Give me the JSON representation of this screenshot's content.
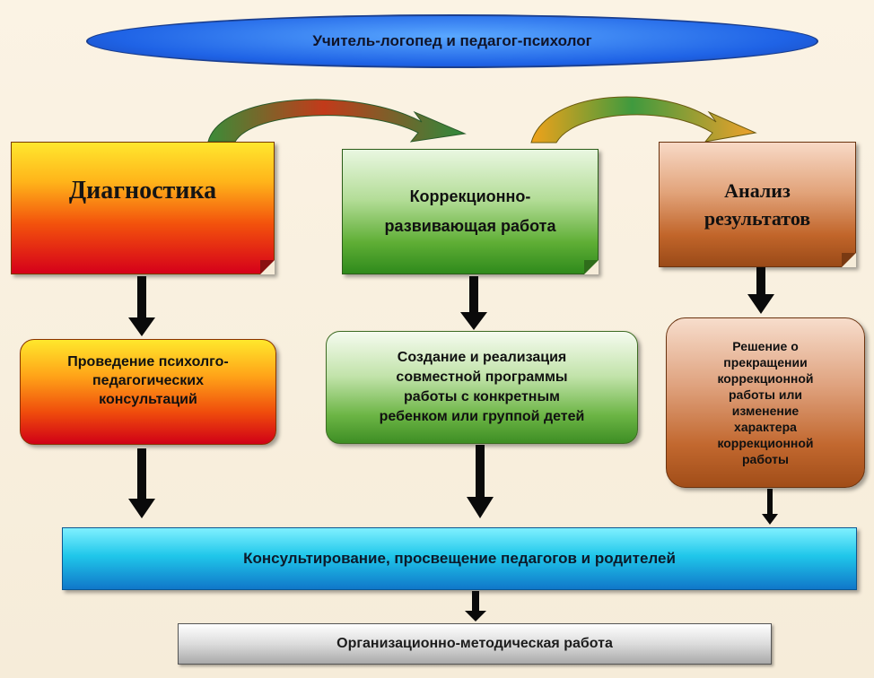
{
  "header": {
    "title": "Учитель-логопед и педагог-психолог"
  },
  "columns": [
    {
      "title_lines": [
        "Диагностика"
      ],
      "detail_lines": [
        "Проведение психолго-",
        "педагогических",
        "консультаций"
      ]
    },
    {
      "title_lines": [
        "Коррекционно-",
        "развивающая работа"
      ],
      "detail_lines": [
        "Создание и реализация",
        "совместной программы",
        "работы с конкретным",
        "ребенком или группой детей"
      ]
    },
    {
      "title_lines": [
        "Анализ",
        "результатов"
      ],
      "detail_lines": [
        "Решение о",
        "прекращении",
        "коррекционной",
        "работы или",
        "изменение",
        "характера",
        "коррекционной",
        "работы"
      ]
    }
  ],
  "bottom": {
    "consulting": "Консультирование, просвещение педагогов и родителей",
    "methodical": "Организационно-методическая работа"
  },
  "colors": {
    "ellipse": "#1f63e6",
    "diagnostics": "#f3520c",
    "correction": "#5fae35",
    "analysis": "#c1652a",
    "consulting_bar": "#20c7ea",
    "methodical_bar": "#cfcfcf"
  }
}
